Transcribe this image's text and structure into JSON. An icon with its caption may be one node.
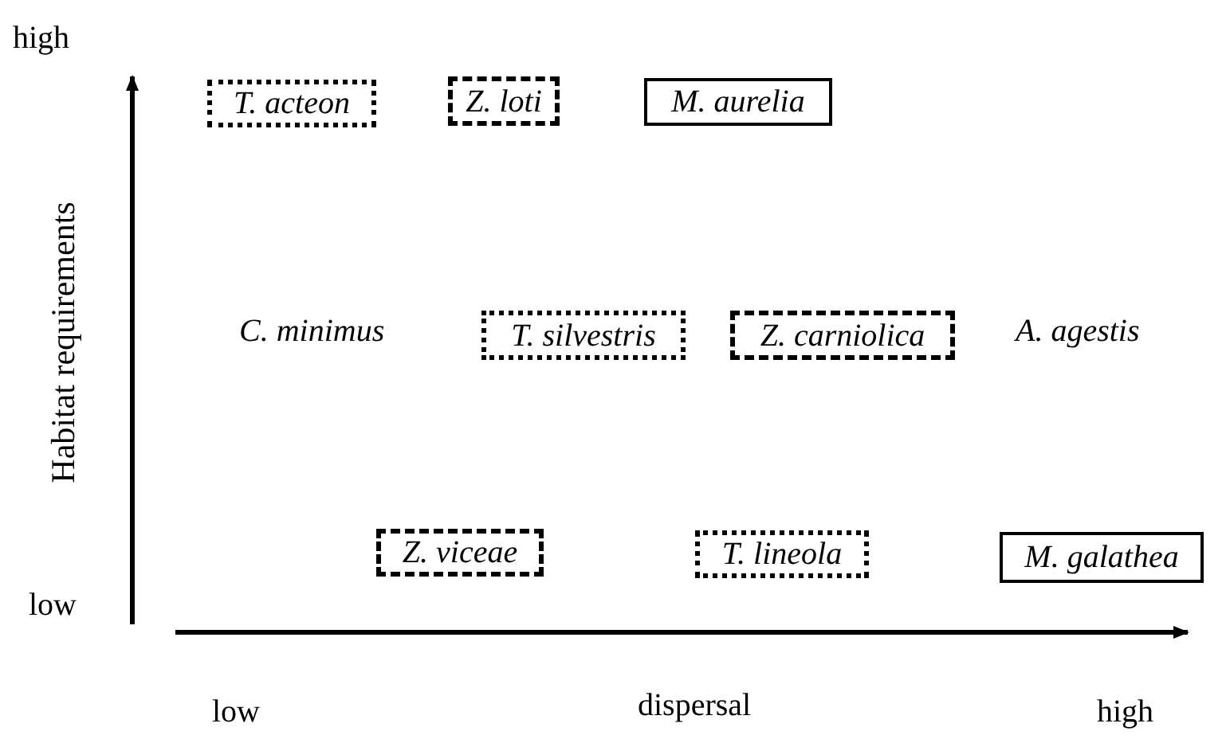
{
  "diagram": {
    "nodes": [
      {
        "text": [
          "T. acteon"
        ]
      },
      {
        "text": [
          "Z. loti"
        ]
      },
      {
        "text": [
          "M. aurelia"
        ]
      },
      {
        "text": [
          "T. silvestris"
        ]
      },
      {
        "text": [
          "Z. carniolica"
        ]
      },
      {
        "text": [
          "Z. viceae"
        ]
      },
      {
        "text": [
          "T. lineola"
        ]
      },
      {
        "text": [
          "M. galathea"
        ]
      }
    ],
    "labels": [
      "high",
      "C. minimus",
      "A. agestis",
      "low",
      "Habitat requirements",
      "low",
      "dispersal",
      "high"
    ]
  }
}
